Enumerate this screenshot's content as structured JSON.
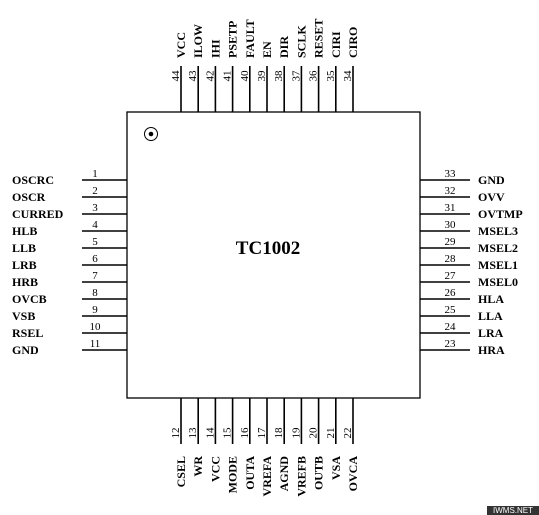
{
  "chip": {
    "name": "TC1002"
  },
  "watermark": "IWMS.NET",
  "pins": {
    "left": [
      {
        "num": "1",
        "name": "OSCRC"
      },
      {
        "num": "2",
        "name": "OSCR"
      },
      {
        "num": "3",
        "name": "CURRED"
      },
      {
        "num": "4",
        "name": "HLB"
      },
      {
        "num": "5",
        "name": "LLB"
      },
      {
        "num": "6",
        "name": "LRB"
      },
      {
        "num": "7",
        "name": "HRB"
      },
      {
        "num": "8",
        "name": "OVCB"
      },
      {
        "num": "9",
        "name": "VSB"
      },
      {
        "num": "10",
        "name": "RSEL"
      },
      {
        "num": "11",
        "name": "GND"
      }
    ],
    "bottom": [
      {
        "num": "12",
        "name": "CSEL"
      },
      {
        "num": "13",
        "name": "WR"
      },
      {
        "num": "14",
        "name": "VCC"
      },
      {
        "num": "15",
        "name": "MODE"
      },
      {
        "num": "16",
        "name": "OUTA"
      },
      {
        "num": "17",
        "name": "VREFA"
      },
      {
        "num": "18",
        "name": "AGND"
      },
      {
        "num": "19",
        "name": "VREFB"
      },
      {
        "num": "20",
        "name": "OUTB"
      },
      {
        "num": "21",
        "name": "VSA"
      },
      {
        "num": "22",
        "name": "OVCA"
      }
    ],
    "right": [
      {
        "num": "23",
        "name": "HRA"
      },
      {
        "num": "24",
        "name": "LRA"
      },
      {
        "num": "25",
        "name": "LLA"
      },
      {
        "num": "26",
        "name": "HLA"
      },
      {
        "num": "27",
        "name": "MSEL0"
      },
      {
        "num": "28",
        "name": "MSEL1"
      },
      {
        "num": "29",
        "name": "MSEL2"
      },
      {
        "num": "30",
        "name": "MSEL3"
      },
      {
        "num": "31",
        "name": "OVTMP"
      },
      {
        "num": "32",
        "name": "OVV"
      },
      {
        "num": "33",
        "name": "GND"
      }
    ],
    "top": [
      {
        "num": "34",
        "name": "CIRO"
      },
      {
        "num": "35",
        "name": "CIRI"
      },
      {
        "num": "36",
        "name": "RESET"
      },
      {
        "num": "37",
        "name": "SCLK"
      },
      {
        "num": "38",
        "name": "DIR"
      },
      {
        "num": "39",
        "name": "EN"
      },
      {
        "num": "40",
        "name": "FAULT"
      },
      {
        "num": "41",
        "name": "PSETP"
      },
      {
        "num": "42",
        "name": "IHI"
      },
      {
        "num": "43",
        "name": "ILOW"
      },
      {
        "num": "44",
        "name": "VCC"
      }
    ]
  }
}
